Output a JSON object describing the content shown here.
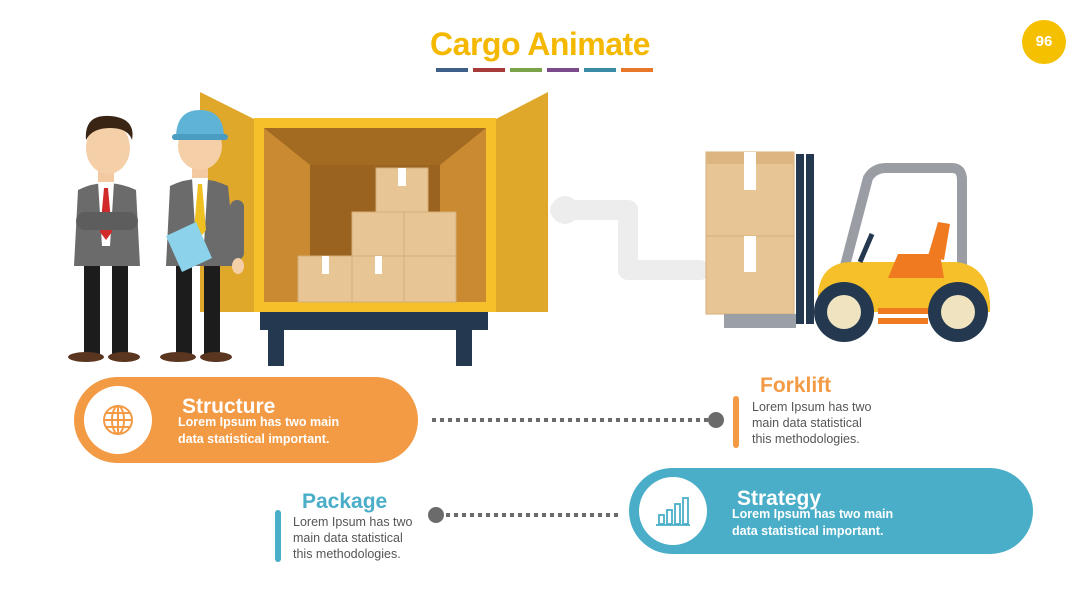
{
  "title": "Cargo Animate",
  "page_number": "96",
  "colors": {
    "title": "#f5b800",
    "orange": "#f39a45",
    "blue": "#4aaec9",
    "title_bars": [
      "#3e5f8a",
      "#a83a3a",
      "#7ba34a",
      "#7a4a8a",
      "#3a8aa8",
      "#e8772a"
    ]
  },
  "items": {
    "structure": {
      "title": "Structure",
      "text_line1": "Lorem Ipsum has two main",
      "text_line2": "data statistical important.",
      "icon": "globe-icon"
    },
    "forklift": {
      "title": "Forklift",
      "text_line1": "Lorem Ipsum has two",
      "text_line2": "main data statistical",
      "text_line3": "this methodologies."
    },
    "package": {
      "title": "Package",
      "text_line1": "Lorem Ipsum has two",
      "text_line2": "main data statistical",
      "text_line3": "this methodologies."
    },
    "strategy": {
      "title": "Strategy",
      "text_line1": "Lorem Ipsum has two main",
      "text_line2": "data statistical important.",
      "icon": "bar-chart-icon"
    }
  }
}
